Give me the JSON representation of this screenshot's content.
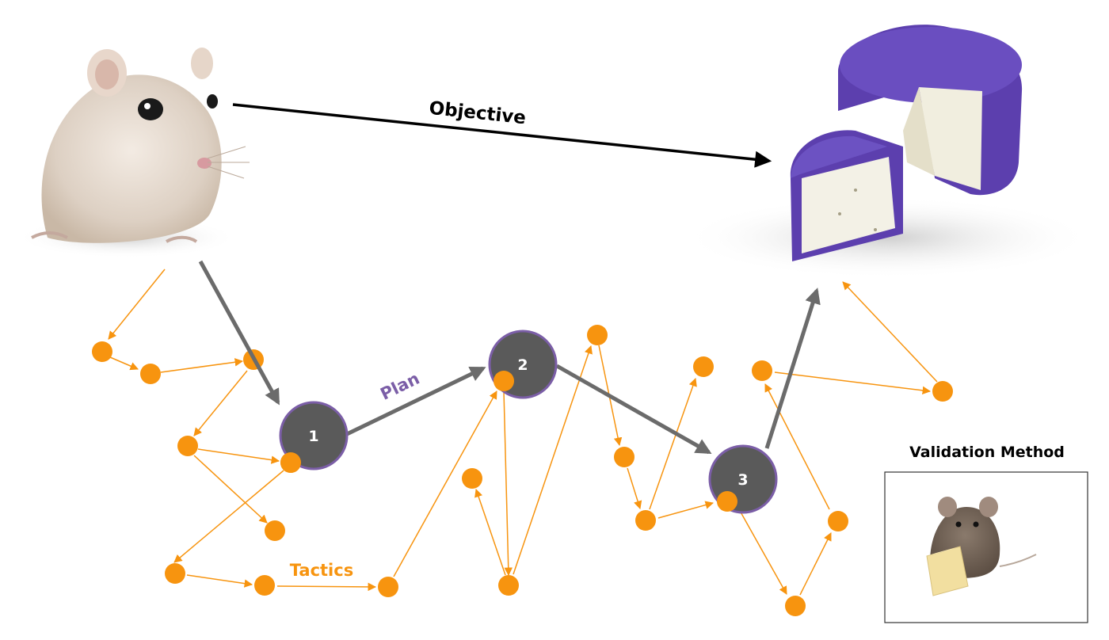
{
  "labels": {
    "objective": "Objective",
    "plan": "Plan",
    "tactics": "Tactics",
    "validation": "Validation Method"
  },
  "plan_nodes": [
    {
      "label": "1"
    },
    {
      "label": "2"
    },
    {
      "label": "3"
    }
  ],
  "images": {
    "start": "gerbel-mouse-photo",
    "goal": "purple-cheese-wheel-photo",
    "validation": "mouse-eating-cheese-photo"
  },
  "colors": {
    "tactic": "#f7940f",
    "plan_node": "#5a5a5a",
    "plan_node_border": "#7b5ea7",
    "plan_arrow": "#6b6b6b",
    "plan_label": "#7b5ea7",
    "objective_arrow": "#000000",
    "cheese": "#5c3fae"
  }
}
